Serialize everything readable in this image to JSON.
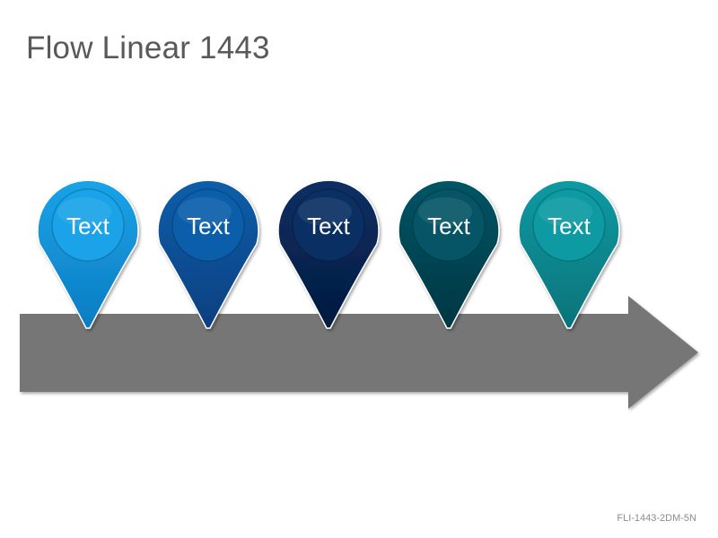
{
  "title": "Flow Linear 1443",
  "footer": "FLI-1443-2DM-5N",
  "arrow": {
    "color": "#767676"
  },
  "pins": [
    {
      "label": "Text",
      "color": "#1aa3e8",
      "dark": "#0c7cc2"
    },
    {
      "label": "Text",
      "color": "#0b5eaa",
      "dark": "#073f80"
    },
    {
      "label": "Text",
      "color": "#0a2f63",
      "dark": "#041a3f"
    },
    {
      "label": "Text",
      "color": "#065566",
      "dark": "#033642"
    },
    {
      "label": "Text",
      "color": "#0d9aa3",
      "dark": "#067379"
    }
  ]
}
